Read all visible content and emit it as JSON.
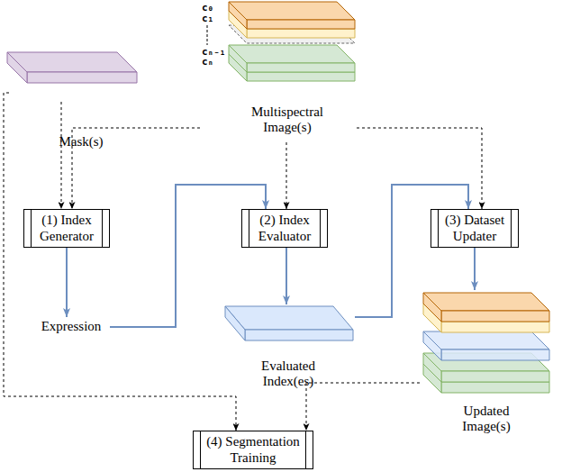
{
  "diagram": {
    "nodes": [
      {
        "text": [
          "Mask(s)"
        ]
      },
      {
        "text": [
          "c₀",
          "c₁",
          "cₙ₋₁",
          "cₙ",
          "Multispectral Image(s)"
        ]
      },
      {
        "text": [
          "(1) Index Generator"
        ]
      },
      {
        "text": [
          "Expression"
        ]
      },
      {
        "text": [
          "(2) Index Evaluator"
        ]
      },
      {
        "text": [
          "Evaluated Index(es)"
        ]
      },
      {
        "text": [
          "(3) Dataset Updater"
        ]
      },
      {
        "text": [
          "Updated Image(s)"
        ]
      },
      {
        "text": [
          "(4) Segmentation Training"
        ]
      }
    ],
    "edges": [
      {
        "from": 0,
        "to": 2,
        "arrow": "to"
      },
      {
        "from": 1,
        "to": 2,
        "arrow": "to"
      },
      {
        "from": 1,
        "to": 4,
        "arrow": "to"
      },
      {
        "from": 1,
        "to": 6,
        "arrow": "to"
      },
      {
        "from": 2,
        "to": 3,
        "arrow": "to"
      },
      {
        "from": 3,
        "to": 4,
        "arrow": "to"
      },
      {
        "from": 4,
        "to": 5,
        "arrow": "to"
      },
      {
        "from": 5,
        "to": 6,
        "arrow": "to"
      },
      {
        "from": 6,
        "to": 7,
        "arrow": "to"
      },
      {
        "from": 0,
        "to": 8,
        "arrow": "to"
      },
      {
        "from": 7,
        "to": 8,
        "arrow": "to"
      }
    ]
  }
}
